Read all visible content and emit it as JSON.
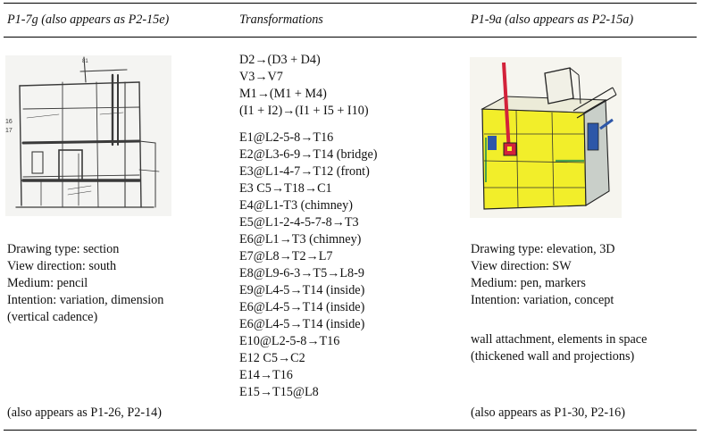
{
  "table": {
    "headers": {
      "left": "P1-7g (also appears as P2-15e)",
      "middle": "Transformations",
      "right": "P1-9a (also appears as P2-15a)"
    },
    "left": {
      "sketch_annotation_1": "16",
      "sketch_annotation_2": "17",
      "sketch_annotation_3": "81",
      "description": [
        "Drawing type: section",
        "View direction: south",
        "Medium: pencil",
        "Intention: variation, dimension",
        "(vertical cadence)"
      ],
      "footer": "(also appears as P1-26, P2-14)"
    },
    "middle": {
      "group1": [
        "D2→(D3 + D4)",
        "V3→V7",
        "M1→(M1 + M4)",
        "(I1 + I2)→(I1 + I5 + I10)"
      ],
      "group2": [
        "E1@L2-5-8→T16",
        "E2@L3-6-9→T14 (bridge)",
        "E3@L1-4-7→T12 (front)",
        "E3 C5→T18→C1",
        "E4@L1-T3 (chimney)",
        "E5@L1-2-4-5-7-8→T3",
        "E6@L1→T3 (chimney)",
        "E7@L8→T2→L7",
        "E8@L9-6-3→T5→L8-9",
        "E9@L4-5→T14 (inside)",
        "E6@L4-5→T14 (inside)",
        "E6@L4-5→T14 (inside)",
        "E10@L2-5-8→T16",
        "E12 C5→C2",
        "E14→T16",
        "E15→T15@L8"
      ]
    },
    "right": {
      "description": [
        "Drawing type: elevation, 3D",
        "View direction: SW",
        "Medium: pen, markers",
        "Intention: variation, concept"
      ],
      "extra": [
        "wall attachment, elements in space",
        "(thickened wall and projections)"
      ],
      "footer": "(also appears as P1-30, P2-16)"
    }
  },
  "colors": {
    "sketch_yellow": "#f2ee2a",
    "sketch_red": "#d3223a",
    "sketch_blue": "#2d57a8",
    "pencil": "#3a3a3a"
  }
}
